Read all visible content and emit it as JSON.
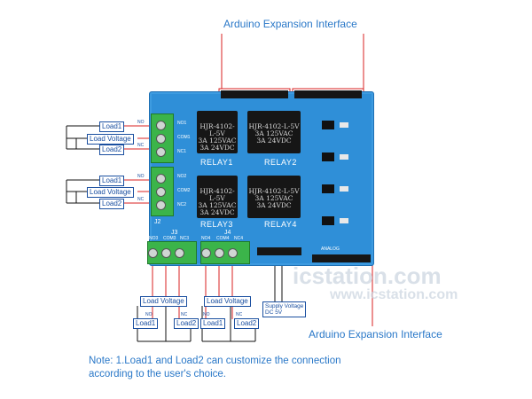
{
  "titles": {
    "top_interface": "Arduino Expansion Interface",
    "bottom_interface": "Arduino Expansion Interface"
  },
  "relays": [
    {
      "model": "HJR-4102-L-5V",
      "spec1": "3A 125VAC",
      "spec2": "3A  24VDC",
      "name": "RELAY1"
    },
    {
      "model": "HJR-4102-L-5V",
      "spec1": "3A 125VAC",
      "spec2": "3A  24VDC",
      "name": "RELAY2"
    },
    {
      "model": "HJR-4102-L-5V",
      "spec1": "3A 125VAC",
      "spec2": "3A  24VDC",
      "name": "RELAY3"
    },
    {
      "model": "HJR-4102-L-5V",
      "spec1": "3A 125VAC",
      "spec2": "3A  24VDC",
      "name": "RELAY4"
    }
  ],
  "left_group_top": {
    "load1": "Load1",
    "load_voltage": "Load Voltage",
    "load2": "Load2",
    "no": "NO",
    "nc": "NC"
  },
  "left_group_bottom": {
    "load1": "Load1",
    "load_voltage": "Load Voltage",
    "load2": "Load2",
    "no": "NO",
    "nc": "NC"
  },
  "bottom_group_left": {
    "load_voltage": "Load Voltage",
    "no": "NO",
    "nc": "NC",
    "load1": "Load1",
    "load2": "Load2"
  },
  "bottom_group_right": {
    "load_voltage": "Load Voltage",
    "no": "NO",
    "nc": "NC",
    "load1": "Load1",
    "load2": "Load2"
  },
  "supply": {
    "line1": "Supply Voltage",
    "line2": "DC 5V"
  },
  "board_labels": {
    "j2": "J2",
    "j3": "J3",
    "j4": "J4",
    "no3": "NO3",
    "com3": "COM3",
    "nc3": "NC3",
    "no4": "NO4",
    "com4": "COM4",
    "nc4": "NC4",
    "no1": "NO1",
    "com1": "COM1",
    "nc1": "NC1",
    "no2": "NO2",
    "com2": "COM2",
    "nc2": "NC2",
    "analog": "ANALOG"
  },
  "watermark": {
    "main": "icstation.com",
    "sub": "www.icstation.com"
  },
  "note": {
    "line1": "Note: 1.Load1 and Load2 can customize the connection",
    "line2": "according to the user's choice."
  },
  "colors": {
    "board": "#2f8fd8",
    "board_dark": "#1e6fb3",
    "terminal": "#3bb44a",
    "wire": "#d82020",
    "label_border": "#1a4fa0",
    "text_blue": "#2a78c8"
  }
}
